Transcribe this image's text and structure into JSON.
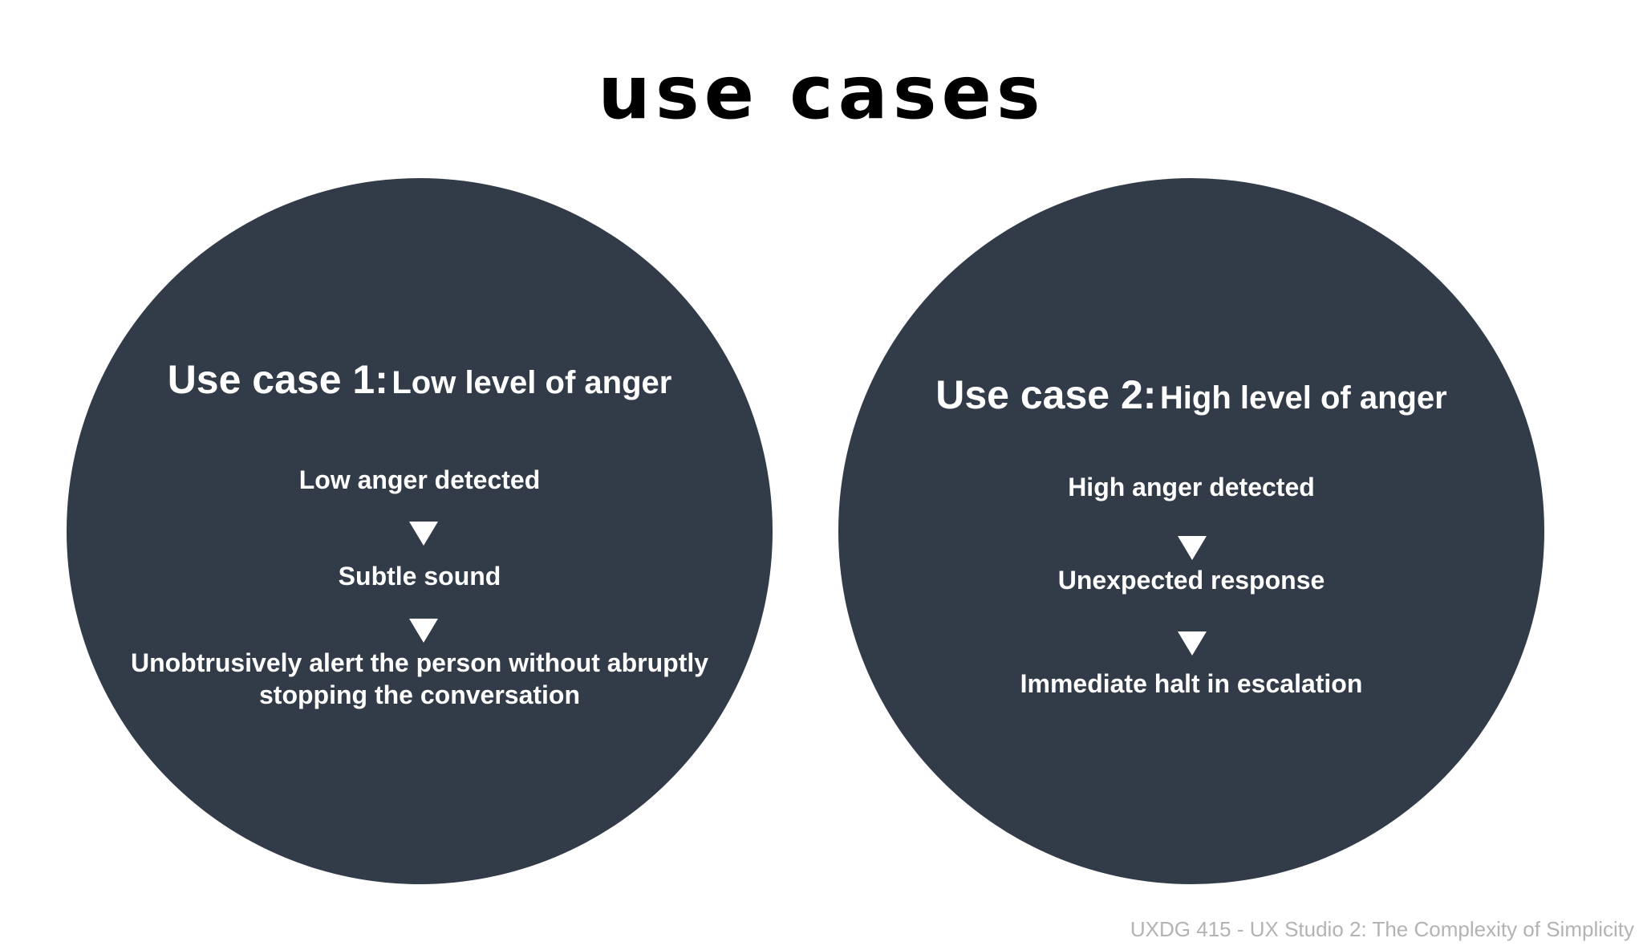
{
  "title": "use cases",
  "use_cases": [
    {
      "prefix": "Use case 1:",
      "subtitle": "Low level of anger",
      "steps": [
        "Low anger detected",
        "Subtle sound",
        "Unobtrusively alert the person without abruptly",
        "stopping the conversation"
      ]
    },
    {
      "prefix": "Use case 2:",
      "subtitle": "High level of anger",
      "steps": [
        "High anger detected",
        "Unexpected response",
        "Immediate halt in escalation"
      ]
    }
  ],
  "footer": "UXDG 415 - UX Studio 2: The Complexity of Simplicity",
  "colors": {
    "circle": "#323b48",
    "text_on_circle": "#ffffff",
    "footer": "#b3b3b3"
  }
}
